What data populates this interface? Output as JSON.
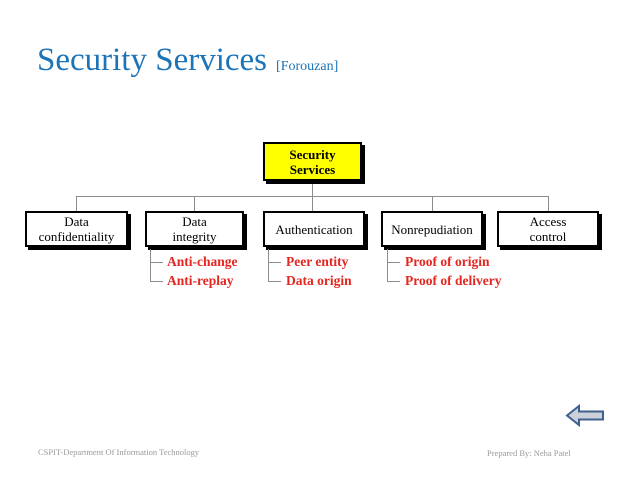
{
  "title": {
    "text": "Security Services",
    "ref": "[Forouzan]"
  },
  "colors": {
    "title_blue": "#1c74b8",
    "root_fill": "#ffff00",
    "sub_item_red": "#e52620",
    "connector_gray": "#8c8c8c",
    "arrow_fill": "#ccd1d9",
    "arrow_stroke": "#3e608e",
    "footer_gray": "#9a9a9a"
  },
  "diagram": {
    "type": "tree",
    "root": {
      "label": "Security\nServices"
    },
    "children": [
      {
        "label": "Data\nconfidentiality",
        "sub": []
      },
      {
        "label": "Data\nintegrity",
        "sub": [
          "Anti-change",
          "Anti-replay"
        ]
      },
      {
        "label": "Authentication",
        "sub": [
          "Peer entity",
          "Data origin"
        ]
      },
      {
        "label": "Nonrepudiation",
        "sub": [
          "Proof of origin",
          "Proof of delivery"
        ]
      },
      {
        "label": "Access\ncontrol",
        "sub": []
      }
    ]
  },
  "icons": {
    "back_arrow": "left-arrow"
  },
  "footer": {
    "left": "CSPIT-Department Of Information Technology",
    "right": "Prepared By: Neha Patel"
  }
}
